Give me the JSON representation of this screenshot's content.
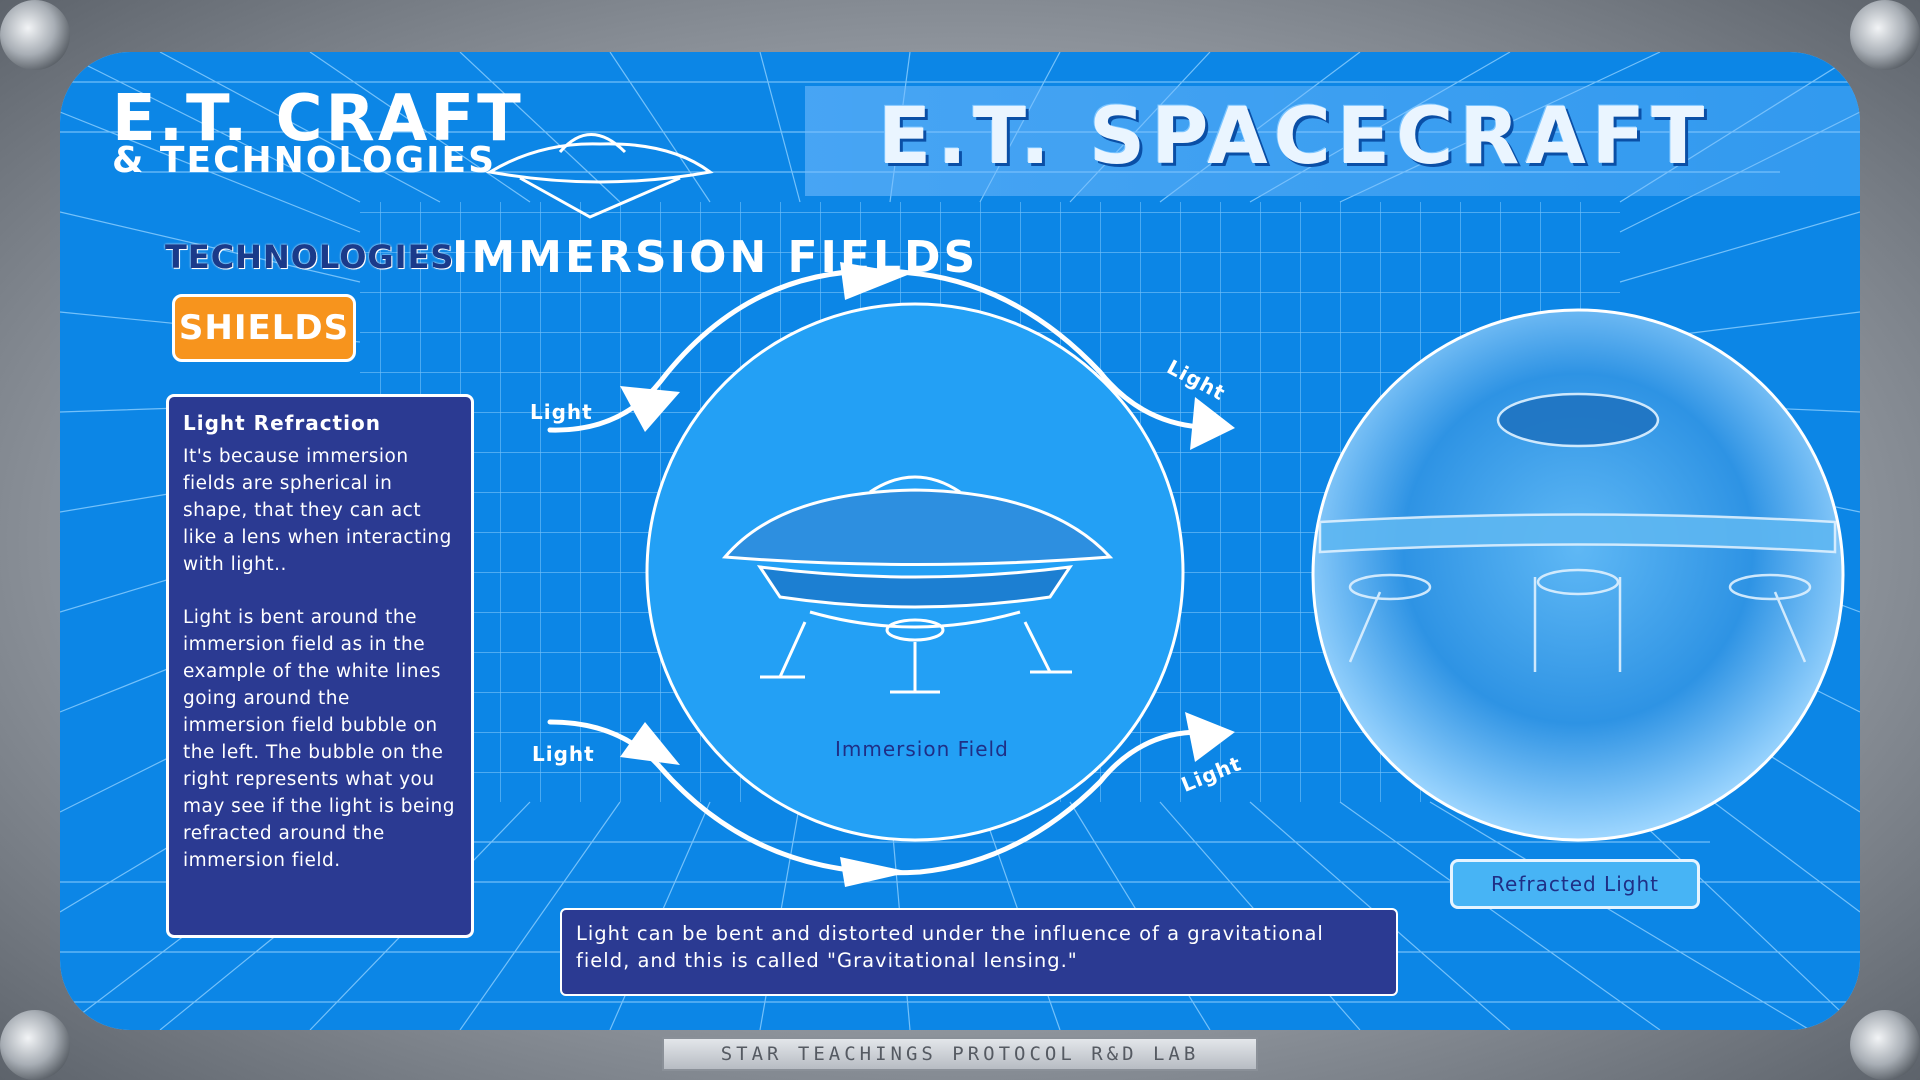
{
  "header": {
    "logo_main": "E.T. CRAFT",
    "logo_sub": "& TECHNOLOGIES",
    "title": "E.T. SPACECRAFT"
  },
  "section": {
    "category": "TECHNOLOGIES",
    "topic": "IMMERSION FIELDS",
    "badge": "SHIELDS"
  },
  "info_panel": {
    "heading": "Light Refraction",
    "paragraph1": "It's because immersion fields are spherical in shape, that they can act like a lens when interacting with light..",
    "paragraph2": "Light is bent around the immersion field as in the example of the white lines going around the immersion field bubble on the left. The bubble on the right represents what you may see if the light is being refracted around the immersion field."
  },
  "diagram": {
    "light_label": "Light",
    "immersion_label": "Immersion Field",
    "refracted_label": "Refracted Light"
  },
  "bottom_note": "Light can be bent and distorted under the influence of a gravitational field, and this is called  \"Gravitational lensing.\"",
  "footer": "STAR  TEACHINGS  PROTOCOL  R&D LAB",
  "icons": [
    "flying-saucer-outline-icon",
    "flying-saucer-icon",
    "refracted-saucer-icon",
    "arrow-icon"
  ],
  "colors": {
    "screen": "#0c86e6",
    "panel": "#2b3a92",
    "badge": "#f7941d",
    "frame": "#9aa0a8"
  }
}
